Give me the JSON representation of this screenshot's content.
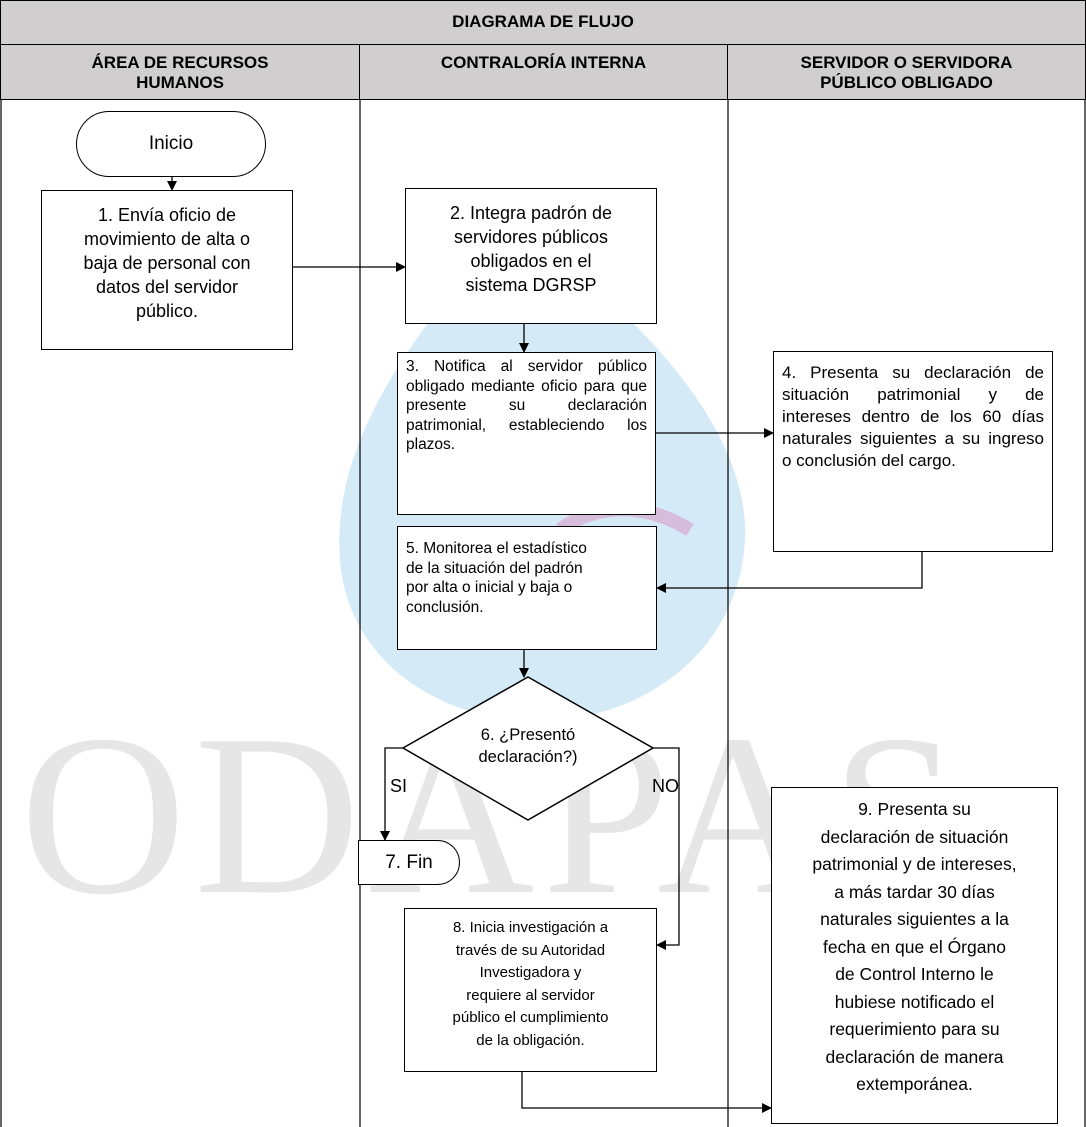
{
  "title": "DIAGRAMA DE FLUJO",
  "lanes": [
    "ÁREA DE RECURSOS\nHUMANOS",
    "CONTRALORÍA INTERNA",
    "SERVIDOR O SERVIDORA\nPÚBLICO OBLIGADO"
  ],
  "watermark": "ODAPAS",
  "nodes": {
    "start": "Inicio",
    "step1": "1. Envía oficio de\nmovimiento de alta o\nbaja de personal con\ndatos del servidor\npúblico.",
    "step2": "2. Integra padrón de\nservidores públicos\nobligados en el\nsistema DGRSP",
    "step3": "3. Notifica al servidor público obligado mediante oficio para que presente su declaración patrimonial, estableciendo los plazos.",
    "step4": "4. Presenta su declaración de situación patrimonial y de intereses dentro de los 60 días naturales siguientes a su ingreso o conclusión del cargo.",
    "step5": "5. Monitorea el estadístico\nde la situación del padrón\npor alta o inicial y baja o\nconclusión.",
    "step6": "6. ¿Presentó\ndeclaración?)",
    "step7": "7. Fin",
    "step8": "8. Inicia investigación a\ntravés de su Autoridad\nInvestigadora y\nrequiere al servidor\npúblico el cumplimiento\nde la obligación.",
    "step9": "9. Presenta su\ndeclaración de situación\npatrimonial y de intereses,\na más tardar 30 días\nnaturales siguientes a la\nfecha en que el Órgano\nde Control Interno le\nhubiese notificado el\nrequerimiento para su\ndeclaración de manera\nextemporánea."
  },
  "branch_labels": {
    "yes": "SI",
    "no": "NO"
  },
  "colors": {
    "header_fill": "#d0cece",
    "watermark_blue": "#3aa0d8",
    "watermark_pink": "#e0529c",
    "watermark_gray": "#c8c8c8"
  }
}
